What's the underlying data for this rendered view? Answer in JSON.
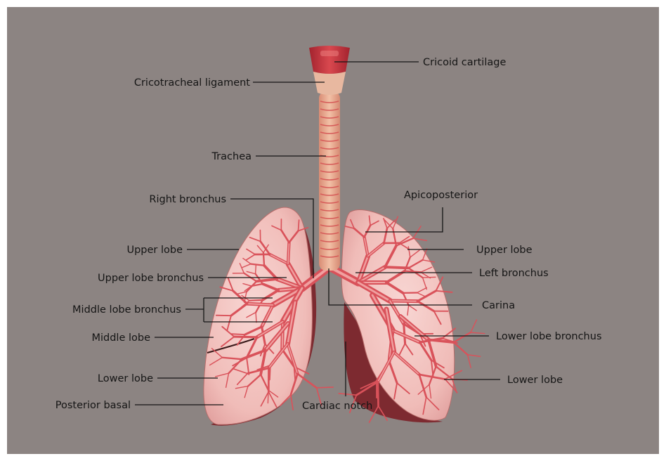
{
  "labels": {
    "cricoid_cartilage": "Cricoid cartilage",
    "cricotracheal_ligament": "Cricotracheal ligament",
    "trachea": "Trachea",
    "right_bronchus": "Right bronchus",
    "apicoposterior": "Apicoposterior",
    "upper_lobe_right": "Upper lobe",
    "upper_lobe_left": "Upper lobe",
    "upper_lobe_bronchus": "Upper lobe bronchus",
    "left_bronchus": "Left bronchus",
    "middle_lobe_bronchus": "Middle lobe bronchus",
    "carina": "Carina",
    "middle_lobe": "Middle lobe",
    "lower_lobe_bronchus": "Lower lobe bronchus",
    "lower_lobe_right": "Lower lobe",
    "lower_lobe_left": "Lower lobe",
    "posterior_basal": "Posterior basal",
    "cardiac_notch": "Cardiac notch"
  },
  "colors": {
    "background": "#8c8482",
    "lung_fill": "#f3c3c0",
    "lung_shadow": "#7d2a30",
    "trachea_fill": "#e6a78d",
    "bronchus": "#d9525a",
    "label_text": "#151515"
  }
}
